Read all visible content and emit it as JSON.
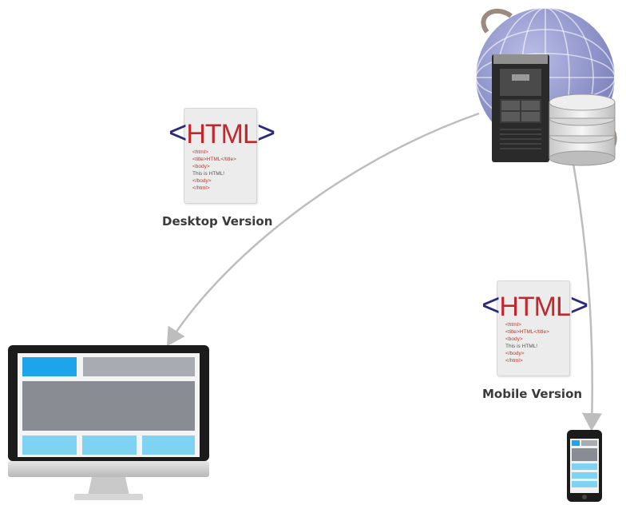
{
  "desktop_doc": {
    "title_open": "<",
    "title_text": "HTML",
    "title_close": ">",
    "code_lines": [
      "<html>",
      "<title>HTML</title>",
      "<body>",
      "This is HTML!",
      "</body>",
      "</html>"
    ]
  },
  "mobile_doc": {
    "title_open": "<",
    "title_text": "HTML",
    "title_close": ">",
    "code_lines": [
      "<html>",
      "<title>HTML</title>",
      "<body>",
      "This is HTML!",
      "</body>",
      "</html>"
    ]
  },
  "labels": {
    "desktop": "Desktop Version",
    "mobile": "Mobile Version"
  },
  "colors": {
    "arrow": "#bdbdbd",
    "globe": "#8e93c8",
    "html_text": "#c1272d",
    "html_brackets": "#2b2a7a",
    "screen_accent": "#1ea4ea",
    "screen_light": "#7fd3f2",
    "screen_gray": "#8a8c93"
  }
}
